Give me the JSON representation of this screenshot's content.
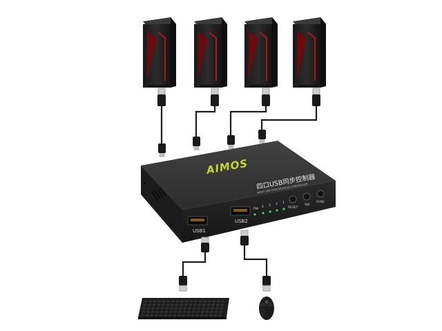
{
  "product": {
    "brand": "AIMOS",
    "panel_title": "四口USB同步控制器",
    "panel_subtitle": "4PORT USB SYNCHRONOUS CONTROLLER",
    "port_labels": [
      "USB1",
      "USB2"
    ],
    "led_labels": [
      "PW",
      "4",
      "3",
      "2",
      "1"
    ],
    "button_labels": [
      "RESET",
      "SW",
      "SYNC"
    ]
  },
  "colors": {
    "case": "#2a2a2a",
    "case_top": "#3a3a3a",
    "brand_accent": "#c6d62e",
    "pc_accent": "#b0141c",
    "led": "#3fd66a",
    "usb_port": "#f0a020"
  },
  "scene": {
    "computer_count": 4,
    "peripherals": [
      "keyboard",
      "mouse"
    ]
  }
}
